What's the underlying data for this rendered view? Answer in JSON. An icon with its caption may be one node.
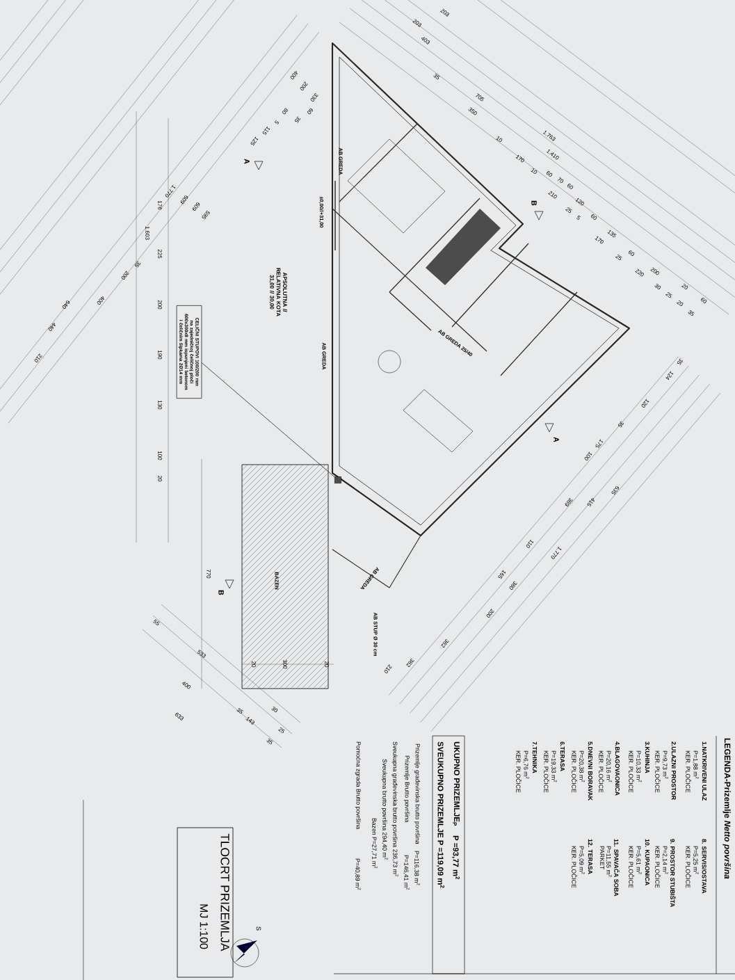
{
  "diagram": {
    "title": "TLOCRT PRIZEMLJA",
    "nodes": [
      {
        "text": [
          "CELIČNI STUPOVI 100/200 mm na zajedničkoj čeličnoj ploči 600x300x8 mm ispunjeni betonom i čeličnim šipkama 2Ø14 mm"
        ]
      },
      {
        "text": [],
        "shape": "box"
      }
    ],
    "edges": [
      {
        "from": 0,
        "to": 1,
        "arrow": "none"
      }
    ],
    "labels": [
      "LEGENDA-Prizemlje *Netto površina*",
      "1.NATKRIVENI ULAZ",
      "P=1,88 m$^{2}$",
      "KER. PLOČICE",
      "2.ULAZNI PROSTOR",
      "P=9,73 m$^{2}$",
      "KER. PLOČICE",
      "3.KUHINJA",
      "P=10,33 m$^{2}$",
      "KER. PLOČICE",
      "4.BLAGOVAONICA",
      "P=20,16 m$^{2}$",
      "KER. PLOČICE",
      "5.DNEVNI BORAVAK",
      "P=20,38 m$^{2}$",
      "KER. PLOČICE",
      "6.TERASA",
      "P=19,33 m$^{2}$",
      "KER. PLOČICE",
      "7.TEHNIKA",
      "P=6,76 m$^{2}$",
      "KER. PLOČICE",
      "8. SERVIS/OSTAVA",
      "P=5,25 m$^{2}$",
      "KER. PLOČICE",
      "9. PROSTOR STUBIŠTA",
      "P=2,14 m$^{2}$",
      "KER. PLOČICE",
      "10. KUPAONICA",
      "P=5,61 m$^{2}$",
      "KER. PLOČICE",
      "11. SPAVAĆA SOBA",
      "P=11,55 m$^{2}$",
      "PARKET",
      "12. TERASA",
      "P=5,09 m$^{2}$",
      "KER. PLOČICE",
      "UKUPNO PRIZEMLJE$_{P}$",
      "P =93,77 m$^{2}$",
      "SVEUKUPNO PRIZEMLJE P =119,09 m$^{2}$",
      "Prizemlje građevinska brutto površina",
      "P=116,38 m$^{2}$",
      "Prizemlje Brutto površina",
      "P=146,41 m$^{2}$",
      "Sveukupna građevinska brutto površina 236,73 m$^{2}$",
      "Sveukupna brutto površina 294,40 m$^{2}$",
      "Bazen P=27,71 m$^{2}$",
      "Pomoćna zgrada Brutto površina",
      "P=40,89 m$^{2}$",
      "MJ 1:100",
      "S",
      "AB GREDA",
      "AB GREDA",
      "AB GREDA 25/40",
      "AB GREDA",
      "AB STUP Ø 30 cm",
      "±0,00//+31,00",
      "APSOLUTNA // RELATIVNA KOTA 31,00 // 30,00",
      "A",
      "B",
      "A",
      "B",
      "BAZEN",
      "203",
      "203",
      "403",
      "35",
      "705",
      "350",
      "10",
      "170",
      "10",
      "1.763",
      "1.410",
      "60",
      "70",
      "60",
      "120",
      "60",
      "135",
      "60",
      "200",
      "20",
      "60",
      "210",
      "25",
      "5",
      "170",
      "25",
      "220",
      "30",
      "25",
      "20",
      "35",
      "400",
      "200",
      "330",
      "60",
      "80",
      "35",
      "5",
      "115",
      "125",
      "1.770",
      "609",
      "609",
      "595",
      "35",
      "200",
      "400",
      "640",
      "440",
      "210",
      "176",
      "1.603",
      "225",
      "200",
      "190",
      "130",
      "100",
      "20",
      "770",
      "20",
      "300",
      "20",
      "35",
      "124",
      "120",
      "35",
      "175",
      "100",
      "635",
      "415",
      "389",
      "1.770",
      "110",
      "165",
      "380",
      "200",
      "382",
      "382",
      "210",
      "55",
      "533",
      "400",
      "633",
      "35",
      "30",
      "143",
      "25",
      "35"
    ]
  }
}
